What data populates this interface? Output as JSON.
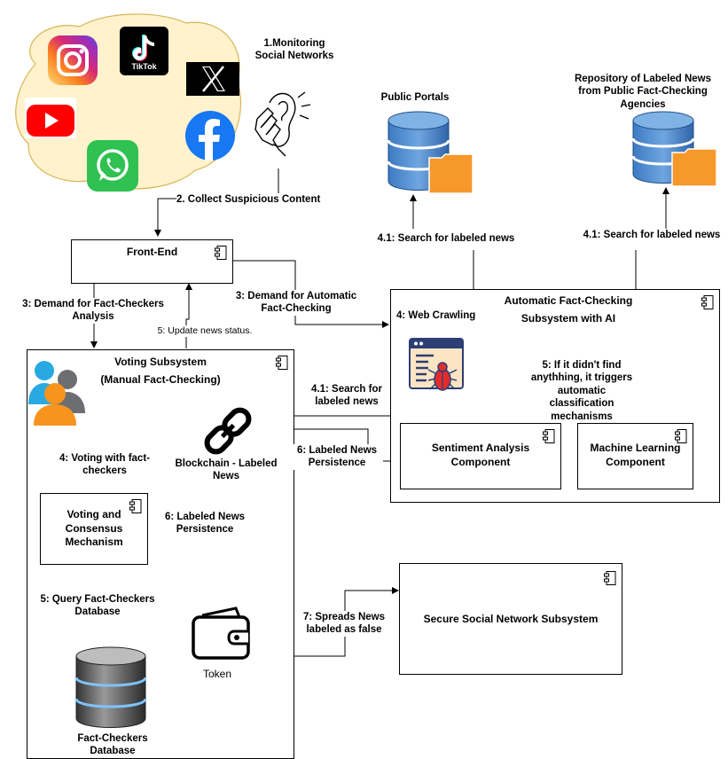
{
  "steps": {
    "monitoring": "1.Monitoring\nSocial Networks",
    "collect": "2. Collect Suspicious Content",
    "demand_fc": "3: Demand for Fact-Checkers\nAnalysis",
    "demand_auto": "3: Demand for Automatic\nFact-Checking",
    "update_status": "5: Update news status.",
    "web_crawling": "4: Web Crawling",
    "search_left": "4.1: Search for labeled news",
    "search_right": "4.1: Search for labeled news",
    "search_mid": "4.1: Search for\nlabeled news",
    "trigger": "5: If it didn't find\nanythhing, it triggers\nautomatic\nclassification\nmechanisms",
    "persist_right": "6: Labeled News\nPersistence",
    "persist_left": "6: Labeled News\nPersistence",
    "voting": "4: Voting with fact-\ncheckers",
    "query": "5: Query Fact-Checkers\nDatabase",
    "spreads": "7: Spreads News\nlabeled as false"
  },
  "nodes": {
    "front_end": "Front-End",
    "voting_subsystem": "Voting Subsystem",
    "voting_subsystem_sub": "(Manual Fact-Checking)",
    "auto_subsystem": "Automatic Fact-Checking",
    "auto_subsystem_sub": "Subsystem with AI",
    "sentiment": "Sentiment Analysis\nComponent",
    "ml": "Machine Learning\nComponent",
    "consensus": "Voting and\nConsensus\nMechanism",
    "blockchain": "Blockchain - Labeled\nNews",
    "secure_social": "Secure Social Network Subsystem",
    "public_portals": "Public Portals",
    "repository": "Repository of Labeled News\nfrom Public Fact-Checking\nAgencies",
    "fc_database": "Fact-Checkers\nDatabase",
    "token": "Token",
    "tiktok": "TikTok"
  },
  "icons": [
    "instagram-icon",
    "tiktok-icon",
    "x-icon",
    "youtube-icon",
    "facebook-icon",
    "whatsapp-icon",
    "listening-hand-icon",
    "database-icon",
    "folder-icon",
    "users-icon",
    "chain-link-icon",
    "web-crawler-icon",
    "wallet-icon",
    "component-icon"
  ]
}
